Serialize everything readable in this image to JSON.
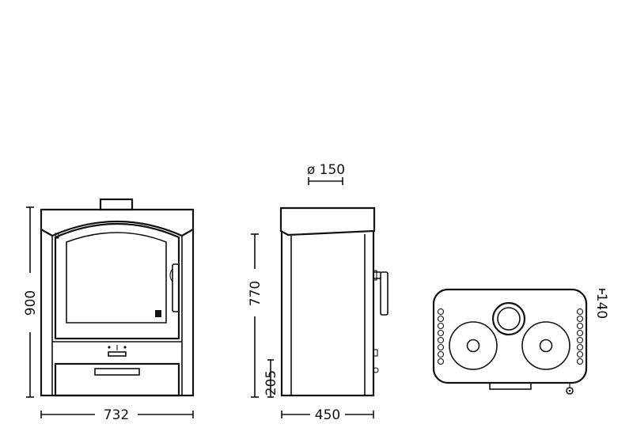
{
  "dimensions": {
    "front_width": "732",
    "front_height": "900",
    "side_height": "770",
    "side_outlet_height": "205",
    "side_depth": "450",
    "flue_diameter": "ø 150",
    "top_offset": "140"
  }
}
